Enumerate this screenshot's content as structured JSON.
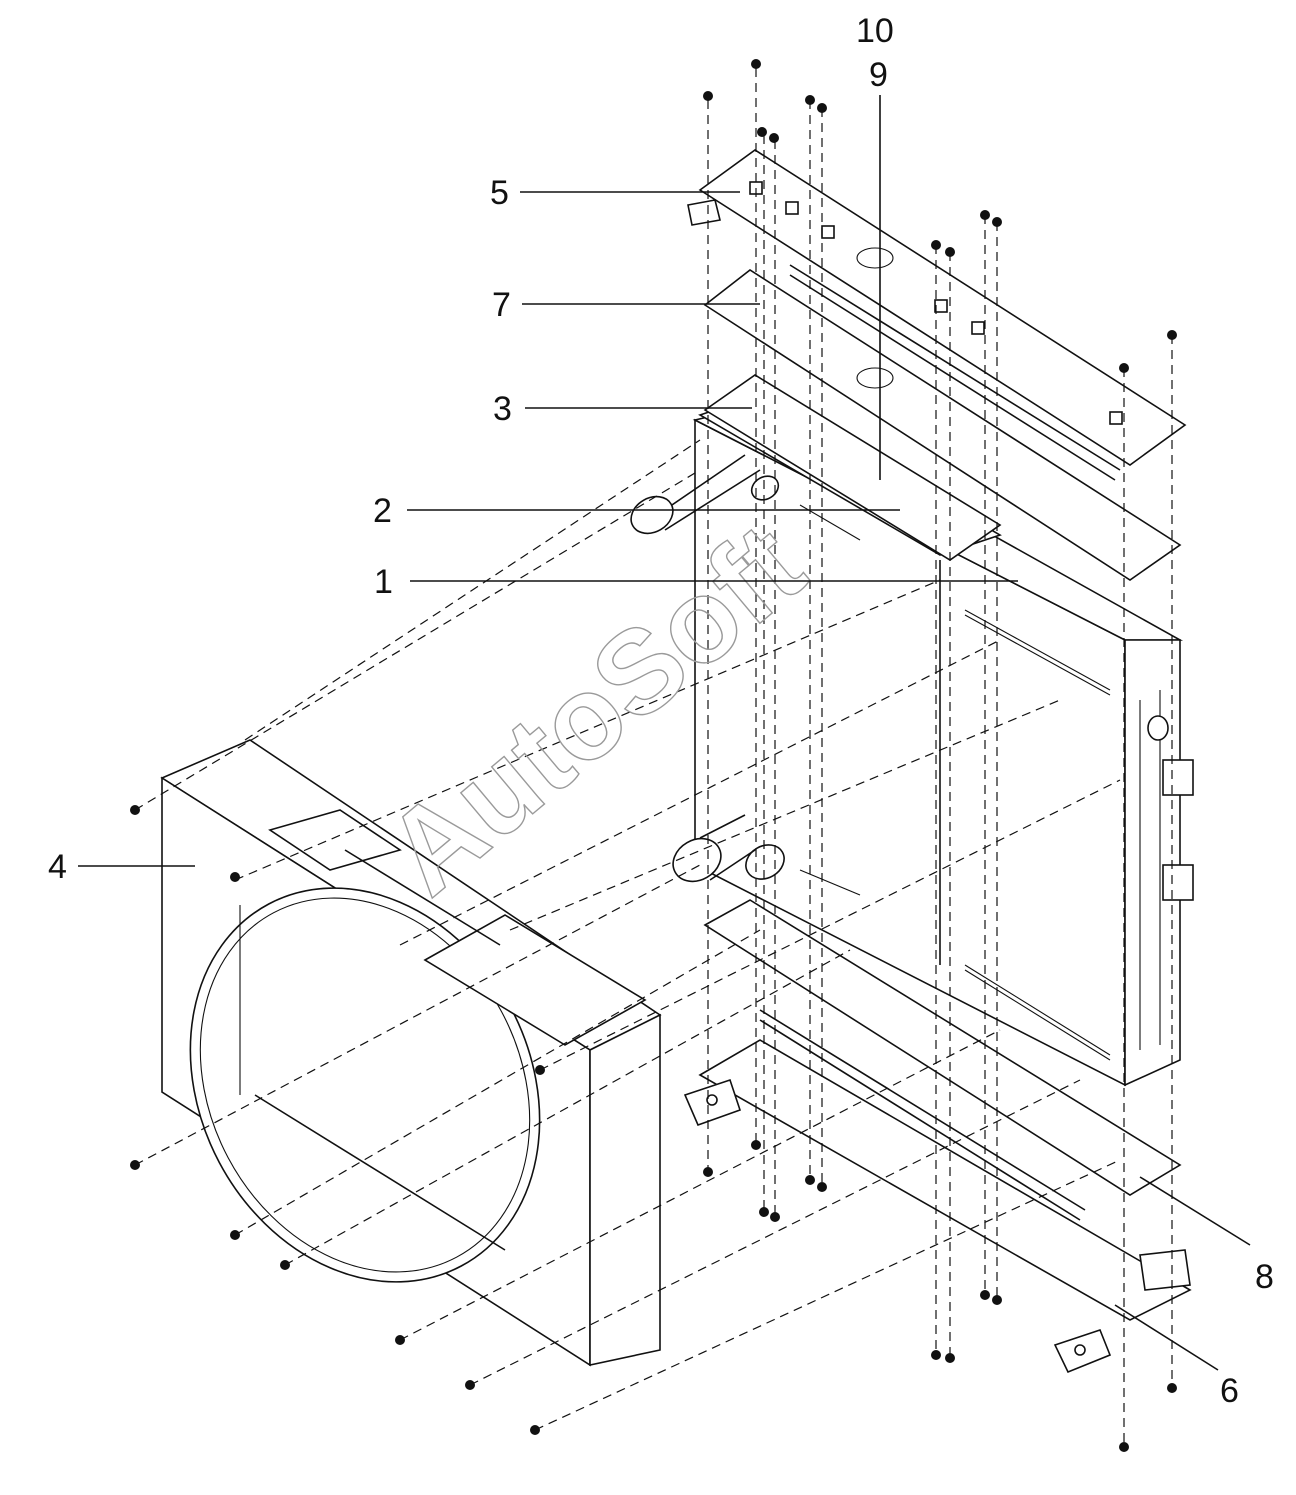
{
  "watermark": "AutoSoft",
  "corner_text": "",
  "callouts": [
    {
      "id": "1",
      "label": "1"
    },
    {
      "id": "2",
      "label": "2"
    },
    {
      "id": "3",
      "label": "3"
    },
    {
      "id": "4",
      "label": "4"
    },
    {
      "id": "5",
      "label": "5"
    },
    {
      "id": "6",
      "label": "6"
    },
    {
      "id": "7",
      "label": "7"
    },
    {
      "id": "8",
      "label": "8"
    },
    {
      "id": "9",
      "label": "9"
    },
    {
      "id": "10",
      "label": "10"
    }
  ]
}
